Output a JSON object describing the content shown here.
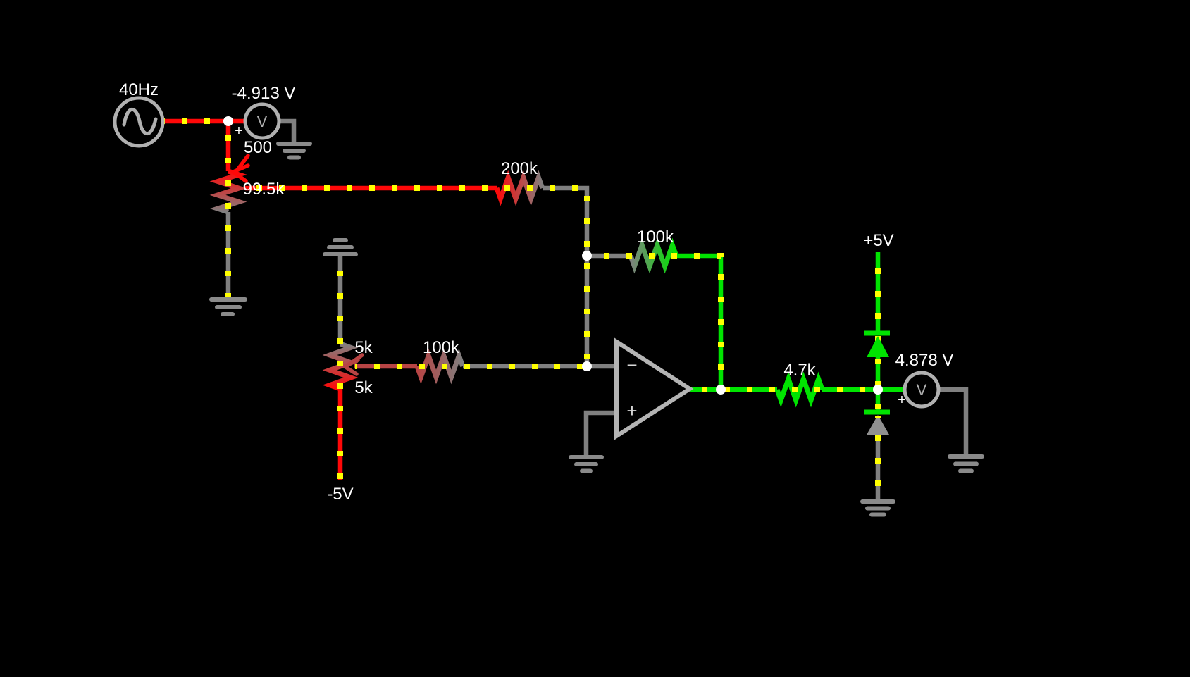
{
  "app": {
    "name": "circuit-simulator-canvas",
    "background": "#000000"
  },
  "colors": {
    "positive_voltage": "#00e400",
    "negative_voltage": "#ff0808",
    "mid_negative_voltage": "#b84444",
    "ground_voltage": "#808080",
    "current_dots": "#ffff00",
    "label_text": "#ffffff",
    "component_outline": "#b0b0b0",
    "junction_dot": "#ffffff"
  },
  "components": {
    "ac_source": {
      "frequency": "40Hz"
    },
    "voltmeter_input": {
      "reading": "-4.913 V",
      "polarity": "+",
      "symbol": "V"
    },
    "pot_gain": {
      "top_resistance": "500",
      "bottom_resistance": "99.5k"
    },
    "resistor_signal": {
      "value": "200k"
    },
    "resistor_feedback": {
      "value": "100k"
    },
    "resistor_offset": {
      "value": "100k"
    },
    "pot_offset": {
      "top_resistance": "5k",
      "bottom_resistance": "5k"
    },
    "rail_negative": {
      "label": "-5V"
    },
    "rail_positive": {
      "label": "+5V"
    },
    "opamp": {
      "inverting_label": "−",
      "noninverting_label": "+"
    },
    "resistor_output": {
      "value": "4.7k"
    },
    "voltmeter_output": {
      "reading": "4.878 V",
      "polarity": "+",
      "symbol": "V"
    }
  }
}
